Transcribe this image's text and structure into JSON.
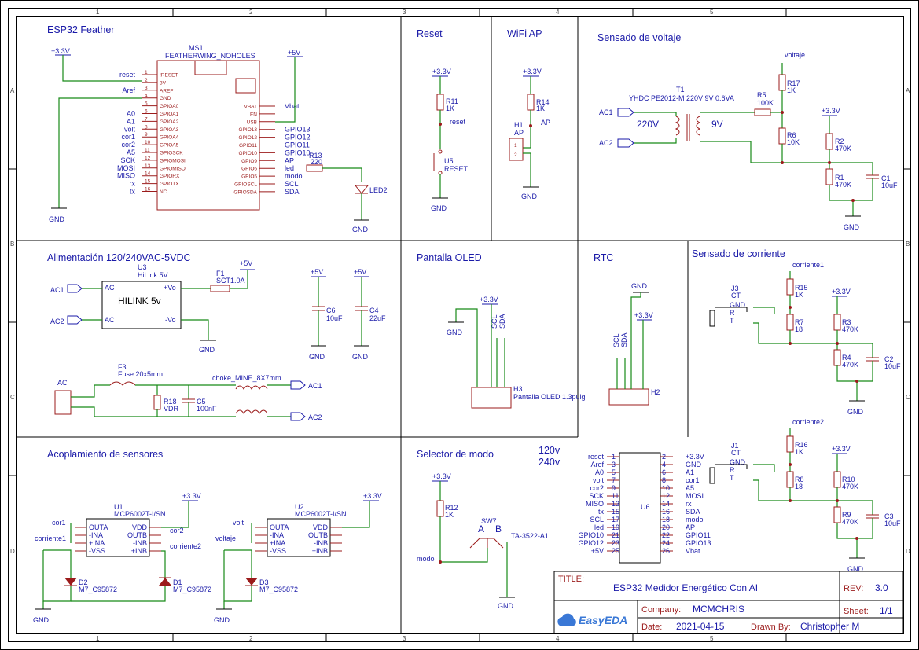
{
  "sheet": {
    "columns": [
      "1",
      "2",
      "3",
      "4",
      "5"
    ],
    "rows": [
      "A",
      "B",
      "C",
      "D"
    ]
  },
  "sections": {
    "esp32": "ESP32 Feather",
    "reset": "Reset",
    "wifi": "WiFi AP",
    "voltage": "Sensado de voltaje",
    "power": "Alimentación 120/240VAC-5VDC",
    "oled": "Pantalla OLED",
    "rtc": "RTC",
    "current": "Sensado de corriente",
    "coupling": "Acoplamiento de sensores",
    "mode": "Selector de modo"
  },
  "mode_labels": {
    "v1": "120v",
    "v2": "240v"
  },
  "esp32_block": {
    "ref": "MS1",
    "part": "FEATHERWING_NOHOLES",
    "left_nets": [
      "reset",
      "Aref",
      "A0",
      "A1",
      "volt",
      "cor1",
      "cor2",
      "A5",
      "SCK",
      "MOSI",
      "MISO",
      "rx",
      "tx"
    ],
    "left_pins": [
      "!RESET",
      "3V",
      "AREF",
      "GND",
      "GPIOA0",
      "GPIOA1",
      "GPIOA2",
      "GPIOA3",
      "GPIOA4",
      "GPIOA5",
      "GPIOSCK",
      "GPIOMOSI",
      "GPIOMISO",
      "GPIORX",
      "GPIOTX",
      "NC"
    ],
    "right_pins": [
      "VBAT",
      "EN",
      "USB",
      "GPIO13",
      "GPIO12",
      "GPIO11",
      "GPIO10",
      "GPIO9",
      "GPIO6",
      "GPIO5",
      "GPIOSCL",
      "GPIOSDA"
    ],
    "right_nets": [
      "Vbat",
      "",
      "",
      "GPIO13",
      "GPIO12",
      "GPIO11",
      "GPIO10",
      "AP",
      "led",
      "modo",
      "SCL",
      "SDA"
    ],
    "vcc": "+3.3V",
    "v5": "+5V",
    "gnd": "GND",
    "r13": "R13",
    "r13_val": "220",
    "led": "LED2"
  },
  "reset_block": {
    "vcc": "+3.3V",
    "r": "R11",
    "rv": "1K",
    "net": "reset",
    "sw": "U5",
    "swv": "RESET",
    "gnd": "GND"
  },
  "wifi_block": {
    "vcc": "+3.3V",
    "r": "R14",
    "rv": "1K",
    "net": "AP",
    "h": "H1",
    "hv": "AP",
    "gnd": "GND"
  },
  "voltage_block": {
    "t": "T1",
    "tv": "YHDC PE2012-M 220V 9V 0.6VA",
    "ac1": "AC1",
    "ac2": "AC2",
    "p220": "220V",
    "p9": "9V",
    "net": "voltaje",
    "r17": "R17",
    "r17v": "1K",
    "r5": "R5",
    "r5v": "100K",
    "r6": "R6",
    "r6v": "10K",
    "r2": "R2",
    "r2v": "470K",
    "r1": "R1",
    "r1v": "470K",
    "c1": "C1",
    "c1v": "10uF",
    "vcc": "+3.3V",
    "gnd": "GND"
  },
  "power_block": {
    "u": "U3",
    "uv": "HiLink 5V",
    "body": "HILINK 5v",
    "f1": "F1",
    "f1v": "SCT1.0A",
    "c6": "C6",
    "c6v": "10uF",
    "c4": "C4",
    "c4v": "22uF",
    "f3": "F3",
    "f3v": "Fuse 20x5mm",
    "r18": "R18",
    "r18v": "VDR",
    "c5": "C5",
    "c5v": "100nF",
    "choke": "choke_MINE_8X7mm",
    "ac": "AC",
    "ac1": "AC1",
    "ac2": "AC2",
    "v5": "+5V",
    "gnd": "GND",
    "pins": {
      "ac1": "AC",
      "ac2": "AC",
      "vo": "+Vo",
      "vm": "-Vo"
    }
  },
  "oled_block": {
    "vcc": "+3.3V",
    "gnd": "GND",
    "scl": "SCL",
    "sda": "SDA",
    "h": "H3",
    "hv": "Pantalla OLED 1.3pulg"
  },
  "rtc_block": {
    "gnd": "GND",
    "vcc": "+3.3V",
    "scl": "SCL",
    "sda": "SDA",
    "h": "H2"
  },
  "current_blocks": [
    {
      "j": "J3",
      "jv": "CT",
      "net": "corriente1",
      "r15": "R15",
      "r15v": "1K",
      "r7": "R7",
      "r7v": "18",
      "r3": "R3",
      "r3v": "470K",
      "r4": "R4",
      "r4v": "470K",
      "c": "C2",
      "cv": "10uF"
    },
    {
      "j": "J1",
      "jv": "CT",
      "net": "corriente2",
      "r15": "R16",
      "r15v": "1K",
      "r7": "R8",
      "r7v": "18",
      "r3": "R10",
      "r3v": "470K",
      "r4": "R9",
      "r4v": "470K",
      "c": "C3",
      "cv": "10uF"
    }
  ],
  "current_common": {
    "vcc": "+3.3V",
    "gnd": "GND",
    "jgnd": "GND",
    "jr": "R",
    "jt": "T"
  },
  "coupling_blocks": [
    {
      "u": "U1",
      "uv": "MCP6002T-I/SN",
      "n1": "cor1",
      "n2": "corriente1",
      "n3": "cor2",
      "n4": "corriente2",
      "d1": "D2",
      "d1v": "M7_C95872",
      "d2": "D1",
      "d2v": "M7_C95872"
    },
    {
      "u": "U2",
      "uv": "MCP6002T-I/SN",
      "n1": "volt",
      "n2": "voltaje",
      "n3": "",
      "n4": "",
      "d1": "D3",
      "d1v": "M7_C95872",
      "d2": "",
      "d2v": ""
    }
  ],
  "opamp_pins": {
    "l": [
      "OUTA",
      "-INA",
      "+INA",
      "-VSS"
    ],
    "r": [
      "VDD",
      "OUTB",
      "-INB",
      "+INB"
    ]
  },
  "mode_block": {
    "vcc": "+3.3V",
    "r": "R12",
    "rv": "1K",
    "net": "modo",
    "sw": "SW7",
    "swv": "TA-3522-A1",
    "a": "A",
    "b": "B",
    "gnd": "GND"
  },
  "u6": {
    "ref": "U6",
    "left": [
      "reset",
      "Aref",
      "A0",
      "volt",
      "cor2",
      "SCK",
      "MISO",
      "tx",
      "SCL",
      "led",
      "GPIO10",
      "GPIO12",
      "+5V"
    ],
    "right": [
      "+3.3V",
      "GND",
      "A1",
      "cor1",
      "A5",
      "MOSI",
      "rx",
      "SDA",
      "modo",
      "AP",
      "GPIO11",
      "GPIO13",
      "Vbat"
    ]
  },
  "title_block": {
    "title_label": "TITLE:",
    "title": "ESP32 Medidor Energético Con AI",
    "rev_label": "REV:",
    "rev": "3.0",
    "company_label": "Company:",
    "company": "MCMCHRIS",
    "sheet_label": "Sheet:",
    "sheet": "1/1",
    "date_label": "Date:",
    "date": "2021-04-15",
    "drawn_label": "Drawn By:",
    "drawn": "Christopher M",
    "logo": "EasyEDA"
  }
}
